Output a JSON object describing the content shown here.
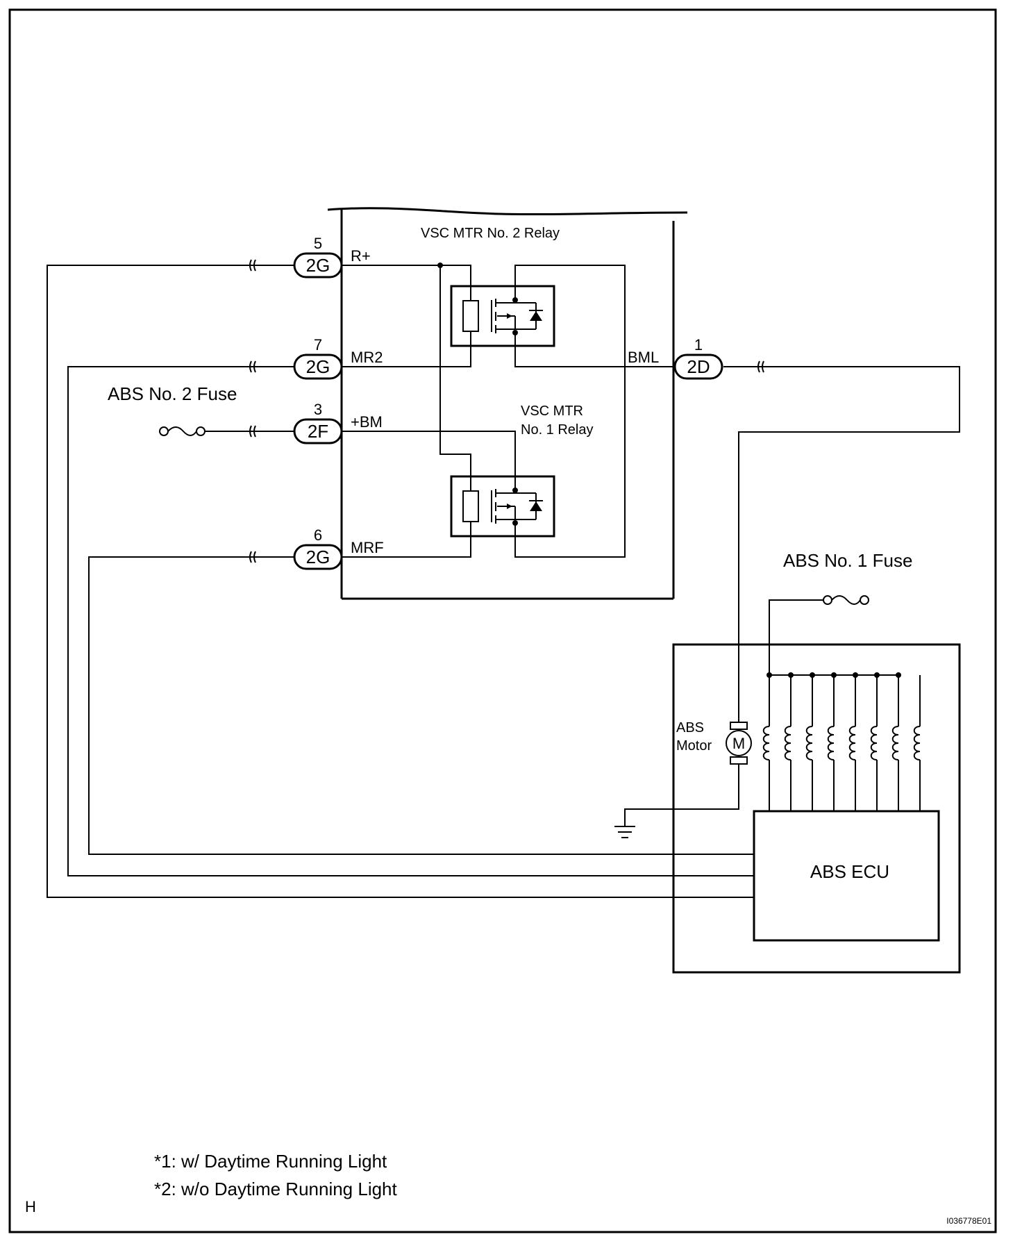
{
  "corner_letter": "H",
  "figure_id": "I036778E01",
  "relay_block": {
    "relay2_title": "VSC MTR No. 2 Relay",
    "relay1_title_line1": "VSC MTR",
    "relay1_title_line2": "No. 1 Relay"
  },
  "connectors": [
    {
      "pin": "5",
      "code": "2G",
      "terminal": "R+"
    },
    {
      "pin": "7",
      "code": "2G",
      "terminal": "MR2"
    },
    {
      "pin": "3",
      "code": "2F",
      "terminal": "+BM"
    },
    {
      "pin": "6",
      "code": "2G",
      "terminal": "MRF"
    },
    {
      "pin": "1",
      "code": "2D",
      "terminal": "BML"
    }
  ],
  "fuses": {
    "abs_no2": "ABS No. 2 Fuse",
    "abs_no1": "ABS No. 1 Fuse"
  },
  "abs_unit": {
    "motor_label_line1": "ABS",
    "motor_label_line2": "Motor",
    "motor_symbol": "M",
    "ecu_label": "ABS ECU",
    "solenoid_count": 8
  },
  "notes": [
    "*1: w/ Daytime Running Light",
    "*2: w/o Daytime Running Light"
  ]
}
